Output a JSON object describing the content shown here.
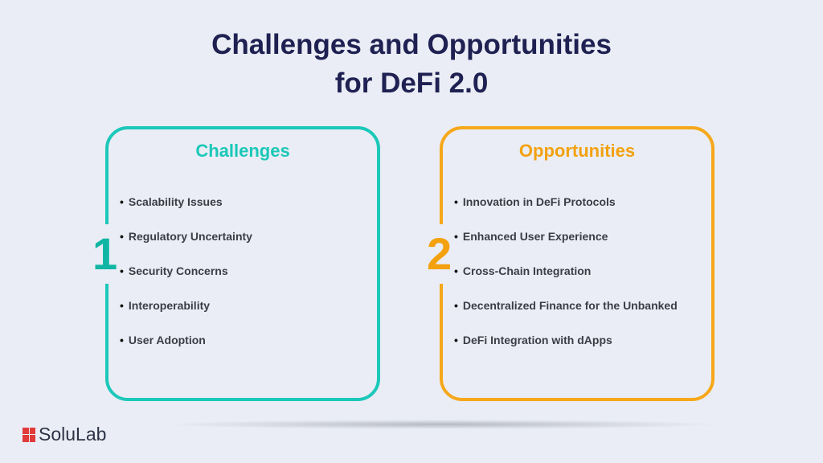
{
  "title": {
    "line1": "Challenges and Opportunities",
    "line2": "for DeFi 2.0"
  },
  "colors": {
    "background": "#eaedf5",
    "title": "#1f2152",
    "challenges": "#1bc8b9",
    "opportunities": "#f6a71a",
    "logo": "#e03a3a"
  },
  "challenges": {
    "number": "1",
    "heading": "Challenges",
    "items": [
      "Scalability Issues",
      "Regulatory Uncertainty",
      "Security Concerns",
      "Interoperability",
      "User Adoption"
    ]
  },
  "opportunities": {
    "number": "2",
    "heading": "Opportunities",
    "items": [
      "Innovation in DeFi Protocols",
      "Enhanced User Experience",
      "Cross-Chain Integration",
      "Decentralized Finance for the Unbanked",
      "DeFi Integration with dApps"
    ]
  },
  "brand": {
    "name": "SoluLab"
  }
}
